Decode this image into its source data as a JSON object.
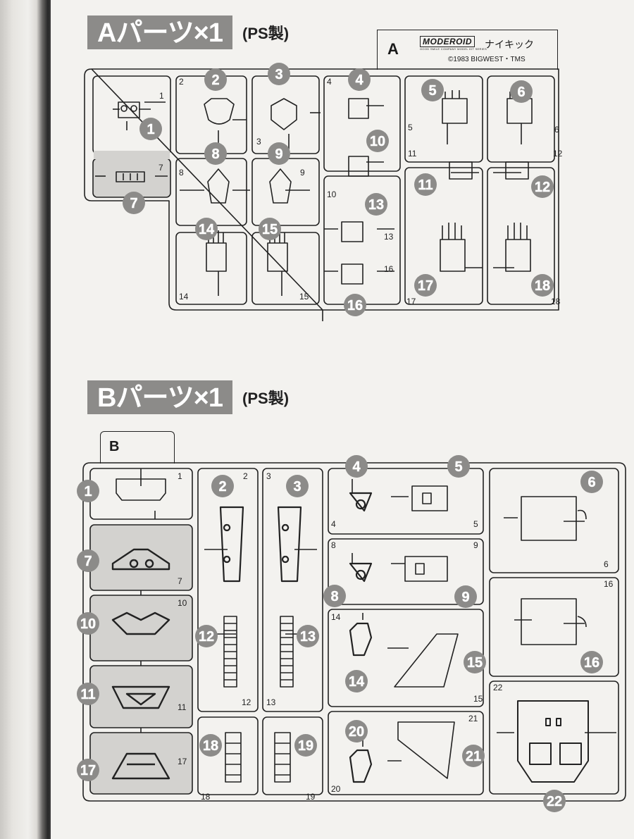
{
  "section_a": {
    "title": "Aパーツ×1",
    "material": "(PS製)",
    "runner_letter": "A",
    "brand_logo": "MODEROID",
    "brand_sub": "GOOD SMILE COMPANY MODEL KIT SERIES",
    "product_name": "ナイキック",
    "copyright": "©1983 BIGWEST・TMS"
  },
  "section_b": {
    "title": "Bパーツ×1",
    "material": "(PS製)",
    "runner_letter": "B"
  },
  "a_parts": [
    "1",
    "2",
    "3",
    "4",
    "5",
    "6",
    "7",
    "8",
    "9",
    "10",
    "11",
    "12",
    "13",
    "14",
    "15",
    "16",
    "17",
    "18"
  ],
  "b_parts": [
    "1",
    "2",
    "3",
    "4",
    "5",
    "6",
    "7",
    "8",
    "9",
    "10",
    "11",
    "12",
    "13",
    "14",
    "15",
    "16",
    "17",
    "18",
    "19",
    "20",
    "21",
    "22"
  ],
  "colors": {
    "badge": "#8c8b89",
    "line": "#222222",
    "shade": "#d3d2cf",
    "paper": "#f3f2ef"
  }
}
